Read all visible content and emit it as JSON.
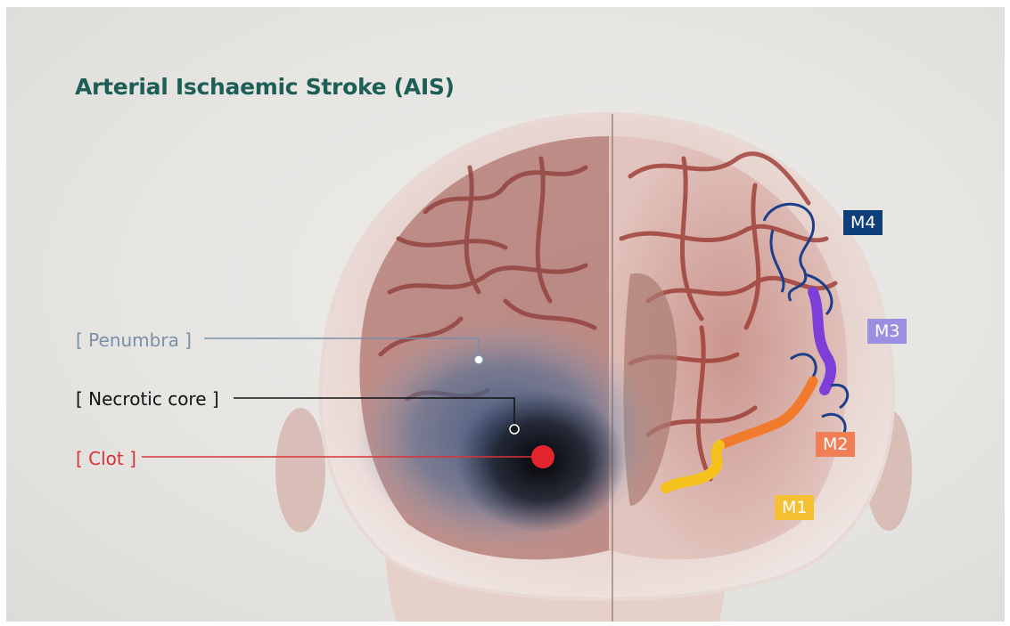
{
  "title": "Arterial Ischaemic Stroke (AIS)",
  "labels": {
    "penumbra": "[ Penumbra ]",
    "necrotic_core": "[ Necrotic core ]",
    "clot": "[ Clot ]"
  },
  "segments": {
    "m4": "M4",
    "m3": "M3",
    "m2": "M2",
    "m1": "M1"
  },
  "colors": {
    "title": "#1d5e56",
    "penumbra": "#7a8fa8",
    "necrotic_core": "#111111",
    "clot": "#d8333a",
    "m4": "#0e3f78",
    "m3": "#9a8fe0",
    "m2": "#f27e55",
    "m1": "#f5c034"
  }
}
